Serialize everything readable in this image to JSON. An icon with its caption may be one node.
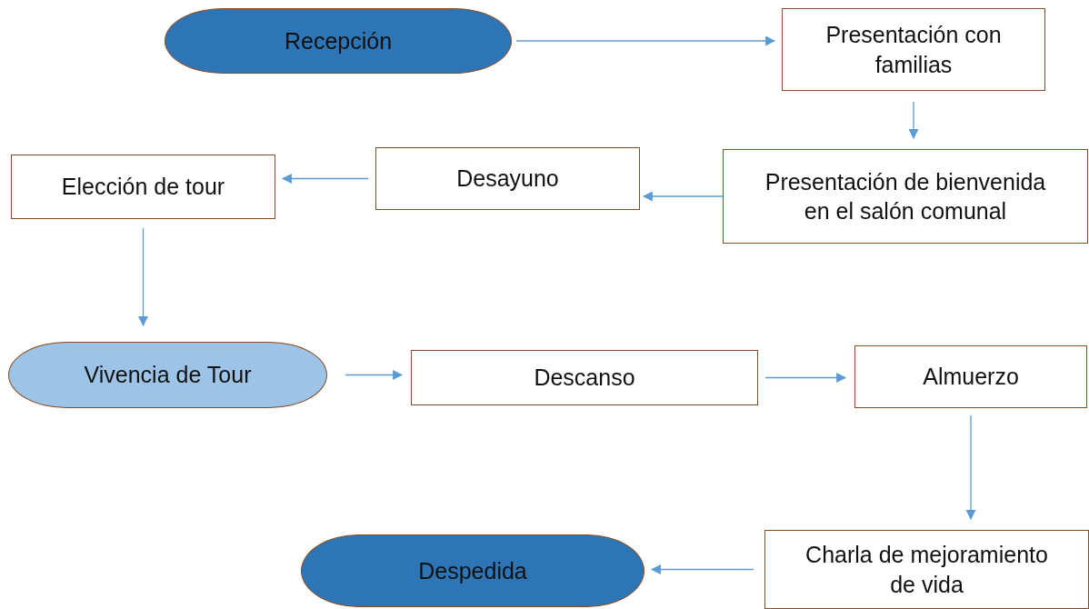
{
  "diagram": {
    "nodes": [
      {
        "text": [
          "Recepción"
        ]
      },
      {
        "text": [
          "Presentación con familias"
        ]
      },
      {
        "text": [
          "Presentación de bienvenida en el salón comunal"
        ]
      },
      {
        "text": [
          "Desayuno"
        ]
      },
      {
        "text": [
          "Elección de tour"
        ]
      },
      {
        "text": [
          "Vivencia de Tour"
        ]
      },
      {
        "text": [
          "Descanso"
        ]
      },
      {
        "text": [
          "Almuerzo"
        ]
      },
      {
        "text": [
          "Charla de mejoramiento de vida"
        ]
      },
      {
        "text": [
          "Despedida"
        ]
      }
    ],
    "edges": [
      {
        "from": 0,
        "to": 1,
        "arrow": "to"
      },
      {
        "from": 1,
        "to": 2,
        "arrow": "to"
      },
      {
        "from": 2,
        "to": 3,
        "arrow": "to"
      },
      {
        "from": 3,
        "to": 4,
        "arrow": "to"
      },
      {
        "from": 4,
        "to": 5,
        "arrow": "to"
      },
      {
        "from": 5,
        "to": 6,
        "arrow": "to"
      },
      {
        "from": 6,
        "to": 7,
        "arrow": "to"
      },
      {
        "from": 7,
        "to": 8,
        "arrow": "to"
      },
      {
        "from": 8,
        "to": 9,
        "arrow": "to"
      }
    ]
  }
}
